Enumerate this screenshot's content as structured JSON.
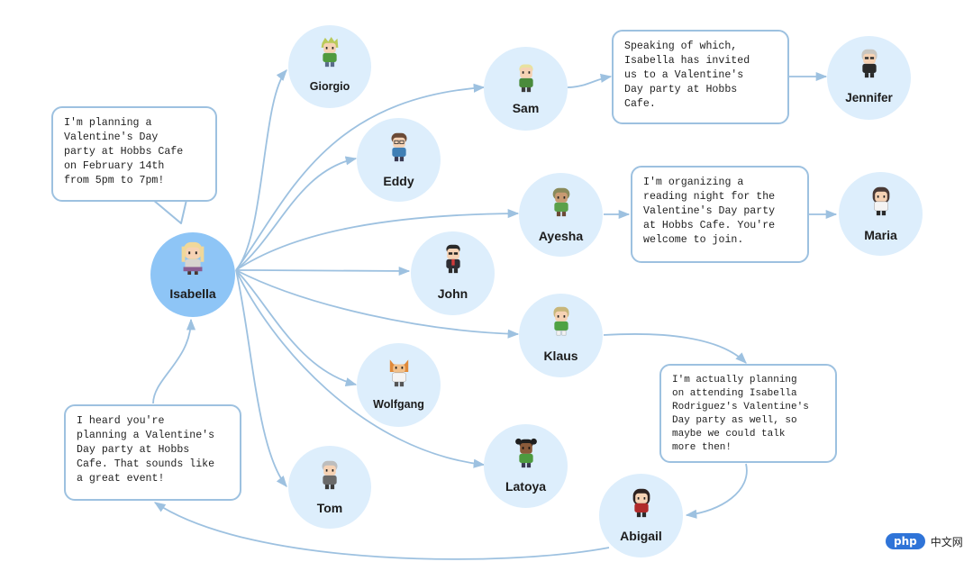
{
  "colors": {
    "center_node": "#8ec5f6",
    "node": "#ddeefc",
    "edge": "#9dc1e0",
    "bubble_border": "#9dc1e0"
  },
  "agents": {
    "isabella": "Isabella",
    "giorgio": "Giorgio",
    "eddy": "Eddy",
    "sam": "Sam",
    "jennifer": "Jennifer",
    "ayesha": "Ayesha",
    "maria": "Maria",
    "john": "John",
    "klaus": "Klaus",
    "wolfgang": "Wolfgang",
    "latoya": "Latoya",
    "tom": "Tom",
    "abigail": "Abigail"
  },
  "messages": {
    "isabella": "I'm planning a\nValentine's Day\nparty at Hobbs Cafe\non February 14th\nfrom 5pm to 7pm!",
    "sam": "Speaking of which,\nIsabella has invited\nus to a Valentine's\nDay party at Hobbs\nCafe.",
    "ayesha": "I'm organizing a\nreading night for the\nValentine's Day party\nat Hobbs Cafe. You're\nwelcome to join.",
    "klaus": "I'm actually planning\non attending Isabella\nRodriguez's Valentine's\nDay party as well, so\nmaybe we could talk\nmore then!",
    "abigail": "I heard you're\nplanning a Valentine's\nDay party at Hobbs\nCafe. That sounds like\na great event!"
  },
  "watermark": {
    "logo": "php",
    "text": "中文网"
  }
}
